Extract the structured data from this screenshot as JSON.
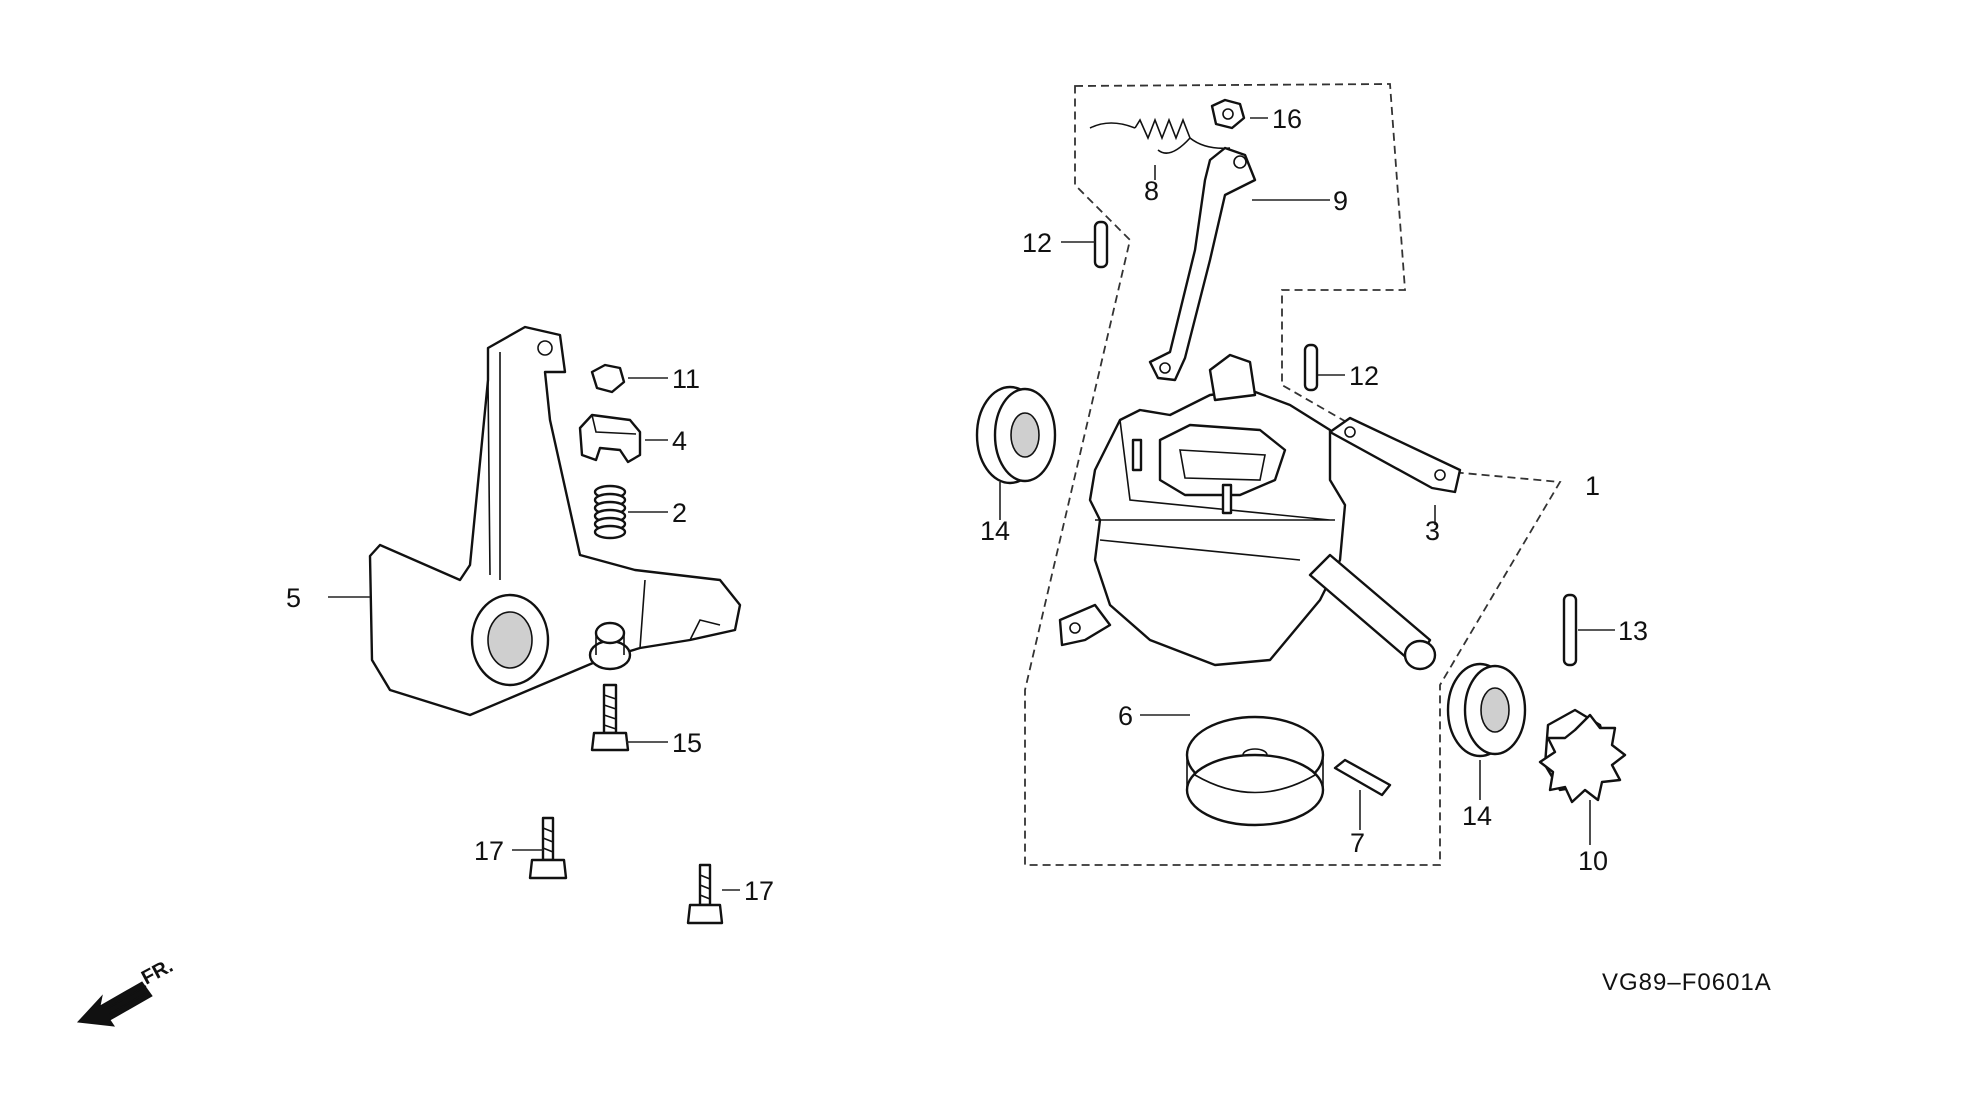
{
  "diagram_code": "VG89–F0601A",
  "direction_label": "FR.",
  "callouts": {
    "c1": "1",
    "c2": "2",
    "c3": "3",
    "c4": "4",
    "c5": "5",
    "c6": "6",
    "c7": "7",
    "c8": "8",
    "c9": "9",
    "c10": "10",
    "c11": "11",
    "c12a": "12",
    "c12b": "12",
    "c13": "13",
    "c14a": "14",
    "c14b": "14",
    "c15": "15",
    "c16": "16",
    "c17a": "17",
    "c17b": "17"
  }
}
